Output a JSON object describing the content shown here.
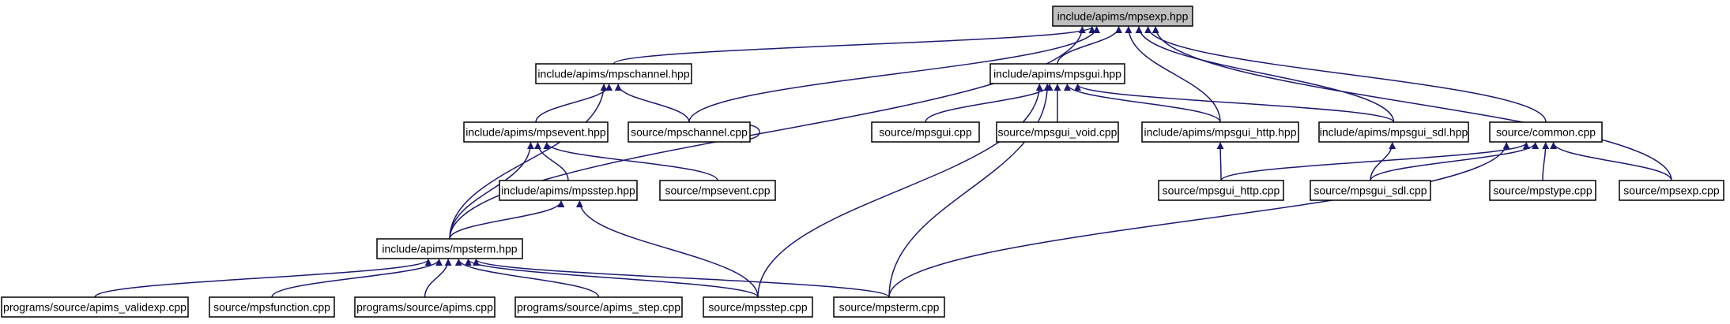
{
  "colors": {
    "edge": "#191970",
    "root_fill": "#bfbfbf",
    "node_fill": "#ffffff",
    "border": "#000000"
  },
  "nodes": {
    "mpsexp_hpp": "include/apims/mpsexp.hpp",
    "mpschannel_hpp": "include/apims/mpschannel.hpp",
    "mpsgui_hpp": "include/apims/mpsgui.hpp",
    "mpsevent_hpp": "include/apims/mpsevent.hpp",
    "mpschannel_cpp": "source/mpschannel.cpp",
    "mpsgui_cpp": "source/mpsgui.cpp",
    "mpsgui_void_cpp": "source/mpsgui_void.cpp",
    "mpsgui_http_hpp": "include/apims/mpsgui_http.hpp",
    "mpsgui_sdl_hpp": "include/apims/mpsgui_sdl.hpp",
    "common_cpp": "source/common.cpp",
    "mpsstep_hpp": "include/apims/mpsstep.hpp",
    "mpsevent_cpp": "source/mpsevent.cpp",
    "mpsgui_http_cpp": "source/mpsgui_http.cpp",
    "mpsgui_sdl_cpp": "source/mpsgui_sdl.cpp",
    "mpstype_cpp": "source/mpstype.cpp",
    "mpsexp_cpp": "source/mpsexp.cpp",
    "mpsterm_hpp": "include/apims/mpsterm.hpp",
    "apims_validexp_cpp": "programs/source/apims_validexp.cpp",
    "mpsfunction_cpp": "source/mpsfunction.cpp",
    "apims_cpp": "programs/source/apims.cpp",
    "apims_step_cpp": "programs/source/apims_step.cpp",
    "mpsstep_cpp": "source/mpsstep.cpp",
    "mpsterm_cpp": "source/mpsterm.cpp"
  },
  "edges": [
    [
      "mpschannel_hpp",
      "mpsexp_hpp"
    ],
    [
      "mpschannel_cpp",
      "mpsexp_hpp"
    ],
    [
      "mpsgui_hpp",
      "mpsexp_hpp"
    ],
    [
      "mpsgui_http_hpp",
      "mpsexp_hpp"
    ],
    [
      "mpsgui_sdl_hpp",
      "mpsexp_hpp"
    ],
    [
      "common_cpp",
      "mpsexp_hpp"
    ],
    [
      "mpsexp_cpp",
      "mpsexp_hpp"
    ],
    [
      "mpsterm_hpp",
      "mpsexp_hpp"
    ],
    [
      "mpsevent_hpp",
      "mpschannel_hpp"
    ],
    [
      "mpschannel_cpp",
      "mpschannel_hpp"
    ],
    [
      "mpsterm_hpp",
      "mpschannel_hpp"
    ],
    [
      "mpschannel_cpp",
      "mpschannel_cpp"
    ],
    [
      "mpsgui_cpp",
      "mpsgui_hpp"
    ],
    [
      "mpsgui_void_cpp",
      "mpsgui_hpp"
    ],
    [
      "mpsgui_http_hpp",
      "mpsgui_hpp"
    ],
    [
      "mpsgui_sdl_hpp",
      "mpsgui_hpp"
    ],
    [
      "mpsstep_cpp",
      "mpsgui_hpp"
    ],
    [
      "mpsterm_cpp",
      "mpsgui_hpp"
    ],
    [
      "mpsstep_hpp",
      "mpsevent_hpp"
    ],
    [
      "mpsevent_cpp",
      "mpsevent_hpp"
    ],
    [
      "mpsterm_hpp",
      "mpsevent_hpp"
    ],
    [
      "mpsgui_http_cpp",
      "mpsgui_http_hpp"
    ],
    [
      "mpsgui_sdl_cpp",
      "mpsgui_sdl_hpp"
    ],
    [
      "mpsgui_http_cpp",
      "common_cpp"
    ],
    [
      "mpsgui_sdl_cpp",
      "common_cpp"
    ],
    [
      "mpstype_cpp",
      "common_cpp"
    ],
    [
      "mpsexp_cpp",
      "common_cpp"
    ],
    [
      "mpsterm_cpp",
      "common_cpp"
    ],
    [
      "mpsterm_hpp",
      "mpsstep_hpp"
    ],
    [
      "mpsstep_cpp",
      "mpsstep_hpp"
    ],
    [
      "apims_validexp_cpp",
      "mpsterm_hpp"
    ],
    [
      "mpsfunction_cpp",
      "mpsterm_hpp"
    ],
    [
      "apims_cpp",
      "mpsterm_hpp"
    ],
    [
      "apims_step_cpp",
      "mpsterm_hpp"
    ],
    [
      "mpsstep_cpp",
      "mpsterm_hpp"
    ],
    [
      "mpsterm_cpp",
      "mpsterm_hpp"
    ]
  ]
}
